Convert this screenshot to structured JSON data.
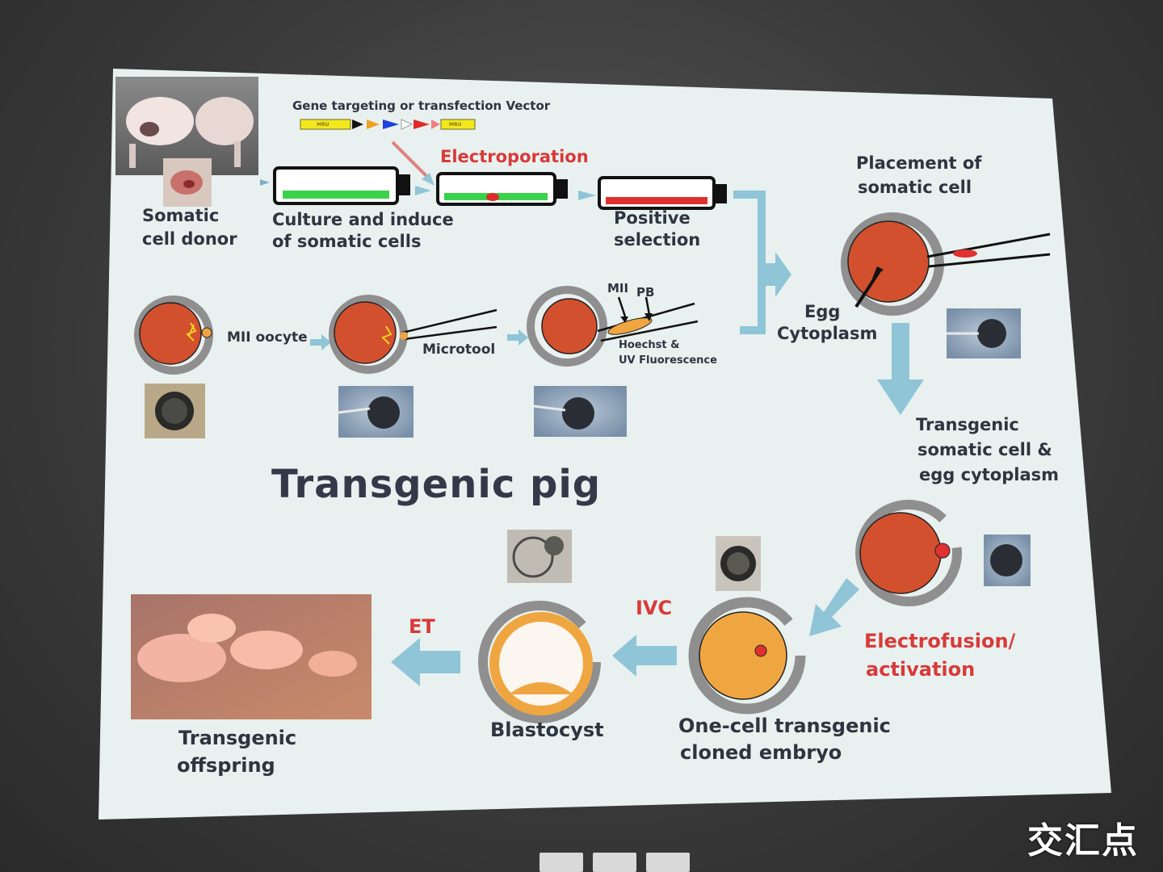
{
  "title": "Transgenic  pig",
  "vector_label": "Gene targeting or transfection Vector",
  "vector_segment_labels": [
    "MRU",
    "MRU"
  ],
  "steps": {
    "electroporation": "Electroporation",
    "somatic_donor": [
      "Somatic",
      "cell donor"
    ],
    "culture": [
      "Culture and induce",
      "of somatic cells"
    ],
    "positive_selection": [
      "Positive",
      "selection"
    ],
    "placement": [
      "Placement of",
      "somatic  cell"
    ],
    "mii_oocyte": "MII oocyte",
    "microtool": "Microtool",
    "mii": "MII",
    "pb": "PB",
    "hoechst": [
      "Hoechst &",
      "UV Fluorescence"
    ],
    "egg_cytoplasm": [
      "Egg",
      "Cytoplasm"
    ],
    "transgenic_somatic": [
      "Transgenic",
      "somatic cell &",
      "egg cytoplasm"
    ],
    "electrofusion": [
      "Electrofusion/",
      "activation"
    ],
    "one_cell": [
      "One-cell transgenic",
      "cloned embryo"
    ],
    "ivc": "IVC",
    "blastocyst": "Blastocyst",
    "et": "ET",
    "offspring": [
      "Transgenic",
      "offspring"
    ]
  },
  "colors": {
    "slide": "#e8f1ef",
    "cell_red": "#d2502e",
    "ring_gray": "#8f8f8f",
    "embryo_orange": "#f0a640",
    "arrow_blue": "#8fc5d6",
    "label_red": "#d83a3a",
    "label_dark": "#2f3440",
    "cells_green": "#3ad24a"
  },
  "watermark": "交汇点"
}
